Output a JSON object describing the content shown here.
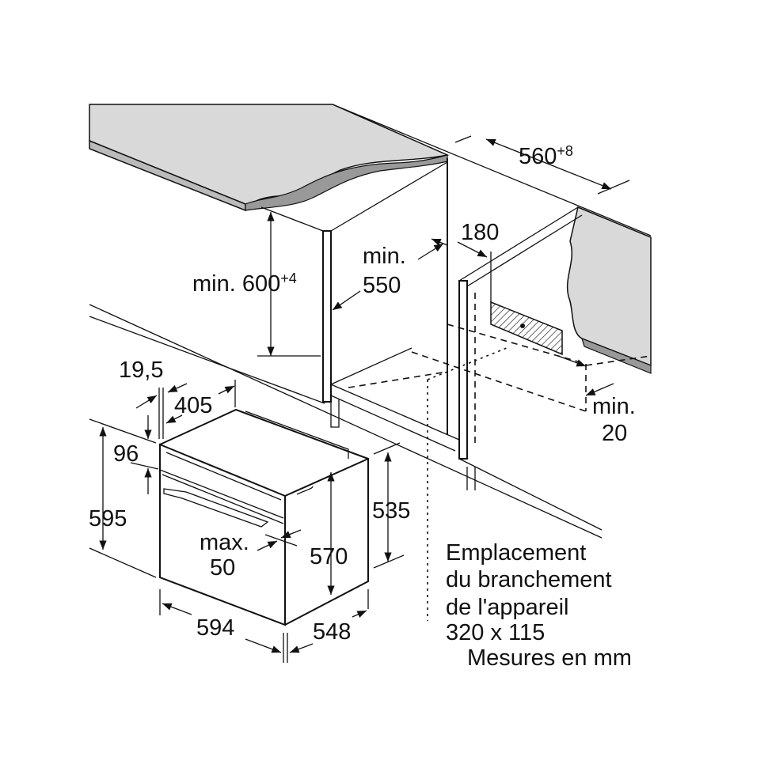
{
  "dimensions": {
    "niche_width": "560",
    "niche_width_tol": "+8",
    "cabinet_height": "min. 600",
    "cabinet_height_tol": "+4",
    "depth_min_line1": "min.",
    "depth_min_line2": "550",
    "connection_depth": "180",
    "side_gap_line1": "min.",
    "side_gap_line2": "20",
    "front_offset": "19,5",
    "panel_depth": "405",
    "top_strip": "96",
    "oven_height": "595",
    "door_gap_line1": "max.",
    "door_gap_line2": "50",
    "body_height": "570",
    "rear_height": "535",
    "oven_width": "594",
    "oven_depth": "548"
  },
  "notes": {
    "line1": "Emplacement",
    "line2": "du branchement",
    "line3": "de l'appareil",
    "line4": "320 x 115",
    "units": "Mesures en mm"
  },
  "colors": {
    "countertop": "#d9d9d9",
    "ink": "#111111"
  }
}
